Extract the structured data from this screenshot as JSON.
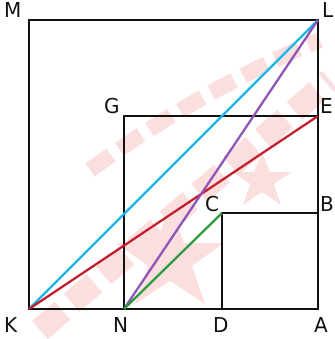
{
  "diagram": {
    "points": {
      "M": "M",
      "L": "L",
      "G": "G",
      "E": "E",
      "C": "C",
      "B": "B",
      "K": "K",
      "N": "N",
      "D": "D",
      "A": "A"
    },
    "colors": {
      "squares": "#111111",
      "segment_KL": "#1ab4e6",
      "segment_KE": "#c01c2c",
      "segment_NL": "#8e52b6",
      "segment_NC": "#2a9a3a",
      "watermark": "#e83a3a"
    }
  }
}
